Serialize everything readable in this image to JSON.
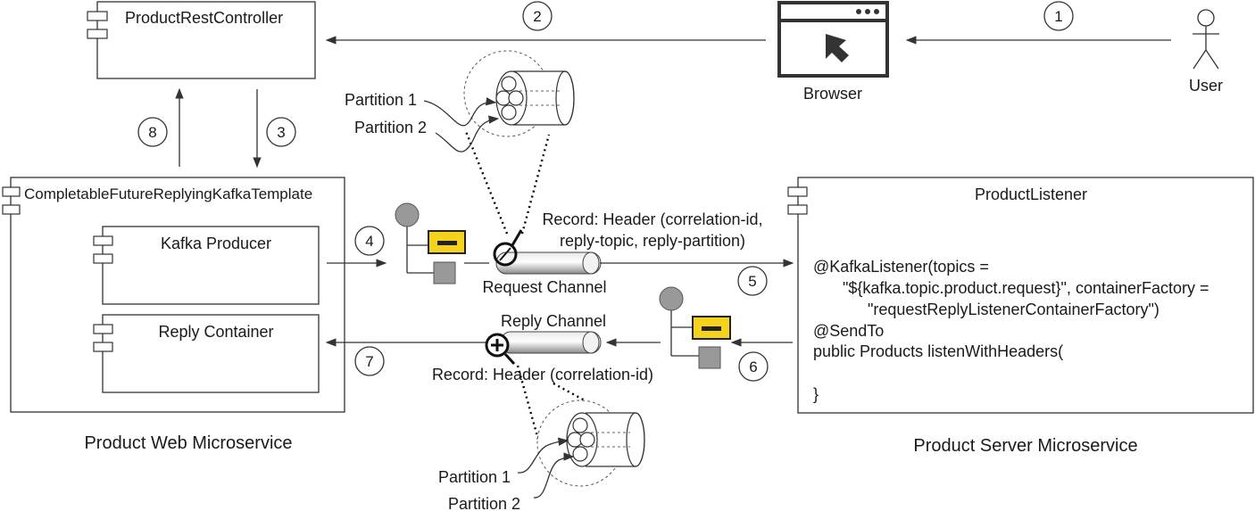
{
  "components": {
    "rest_controller": "ProductRestController",
    "template": "CompletableFutureReplyingKafkaTemplate",
    "producer": "Kafka Producer",
    "reply_container": "Reply Container",
    "listener": "ProductListener"
  },
  "actors": {
    "browser": "Browser",
    "user": "User"
  },
  "groups": {
    "web": "Product Web Microservice",
    "server": "Product Server Microservice"
  },
  "channels": {
    "request": "Request Channel",
    "reply": "Reply Channel",
    "request_record_line1": "Record: Header (correlation-id,",
    "request_record_line2": "reply-topic, reply-partition)",
    "reply_record": "Record: Header (correlation-id)"
  },
  "partitions": {
    "p1": "Partition 1",
    "p2": "Partition 2"
  },
  "code": [
    "@KafkaListener(topics =",
    "\"${kafka.topic.product.request}\", containerFactory =",
    "\"requestReplyListenerContainerFactory\")",
    "@SendTo",
    "public Products listenWithHeaders(",
    "}"
  ],
  "steps": [
    "1",
    "2",
    "3",
    "4",
    "5",
    "6",
    "7",
    "8"
  ],
  "colors": {
    "envelope": "#f5d21c",
    "node": "#999999",
    "line": "#333333"
  }
}
